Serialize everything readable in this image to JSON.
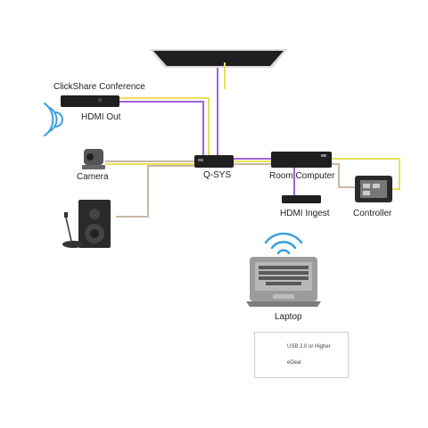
{
  "labels": {
    "clickshare": "ClickShare Conference",
    "hdmi_out": "HDMI Out",
    "camera": "Camera",
    "qsys": "Q-SYS",
    "room_computer": "Room Computer",
    "hdmi_ingest": "HDMI Ingest",
    "controller": "Controller",
    "laptop": "Laptop"
  },
  "legend": {
    "usb": "USB 2.0 or Higher",
    "ethernet": "eDeal"
  },
  "colors": {
    "usb": "#e8df5a",
    "hdmi": "#a463d8",
    "network": "#c9b7a6",
    "device": "#1f1f1f",
    "wifi": "#3aa0e0"
  }
}
